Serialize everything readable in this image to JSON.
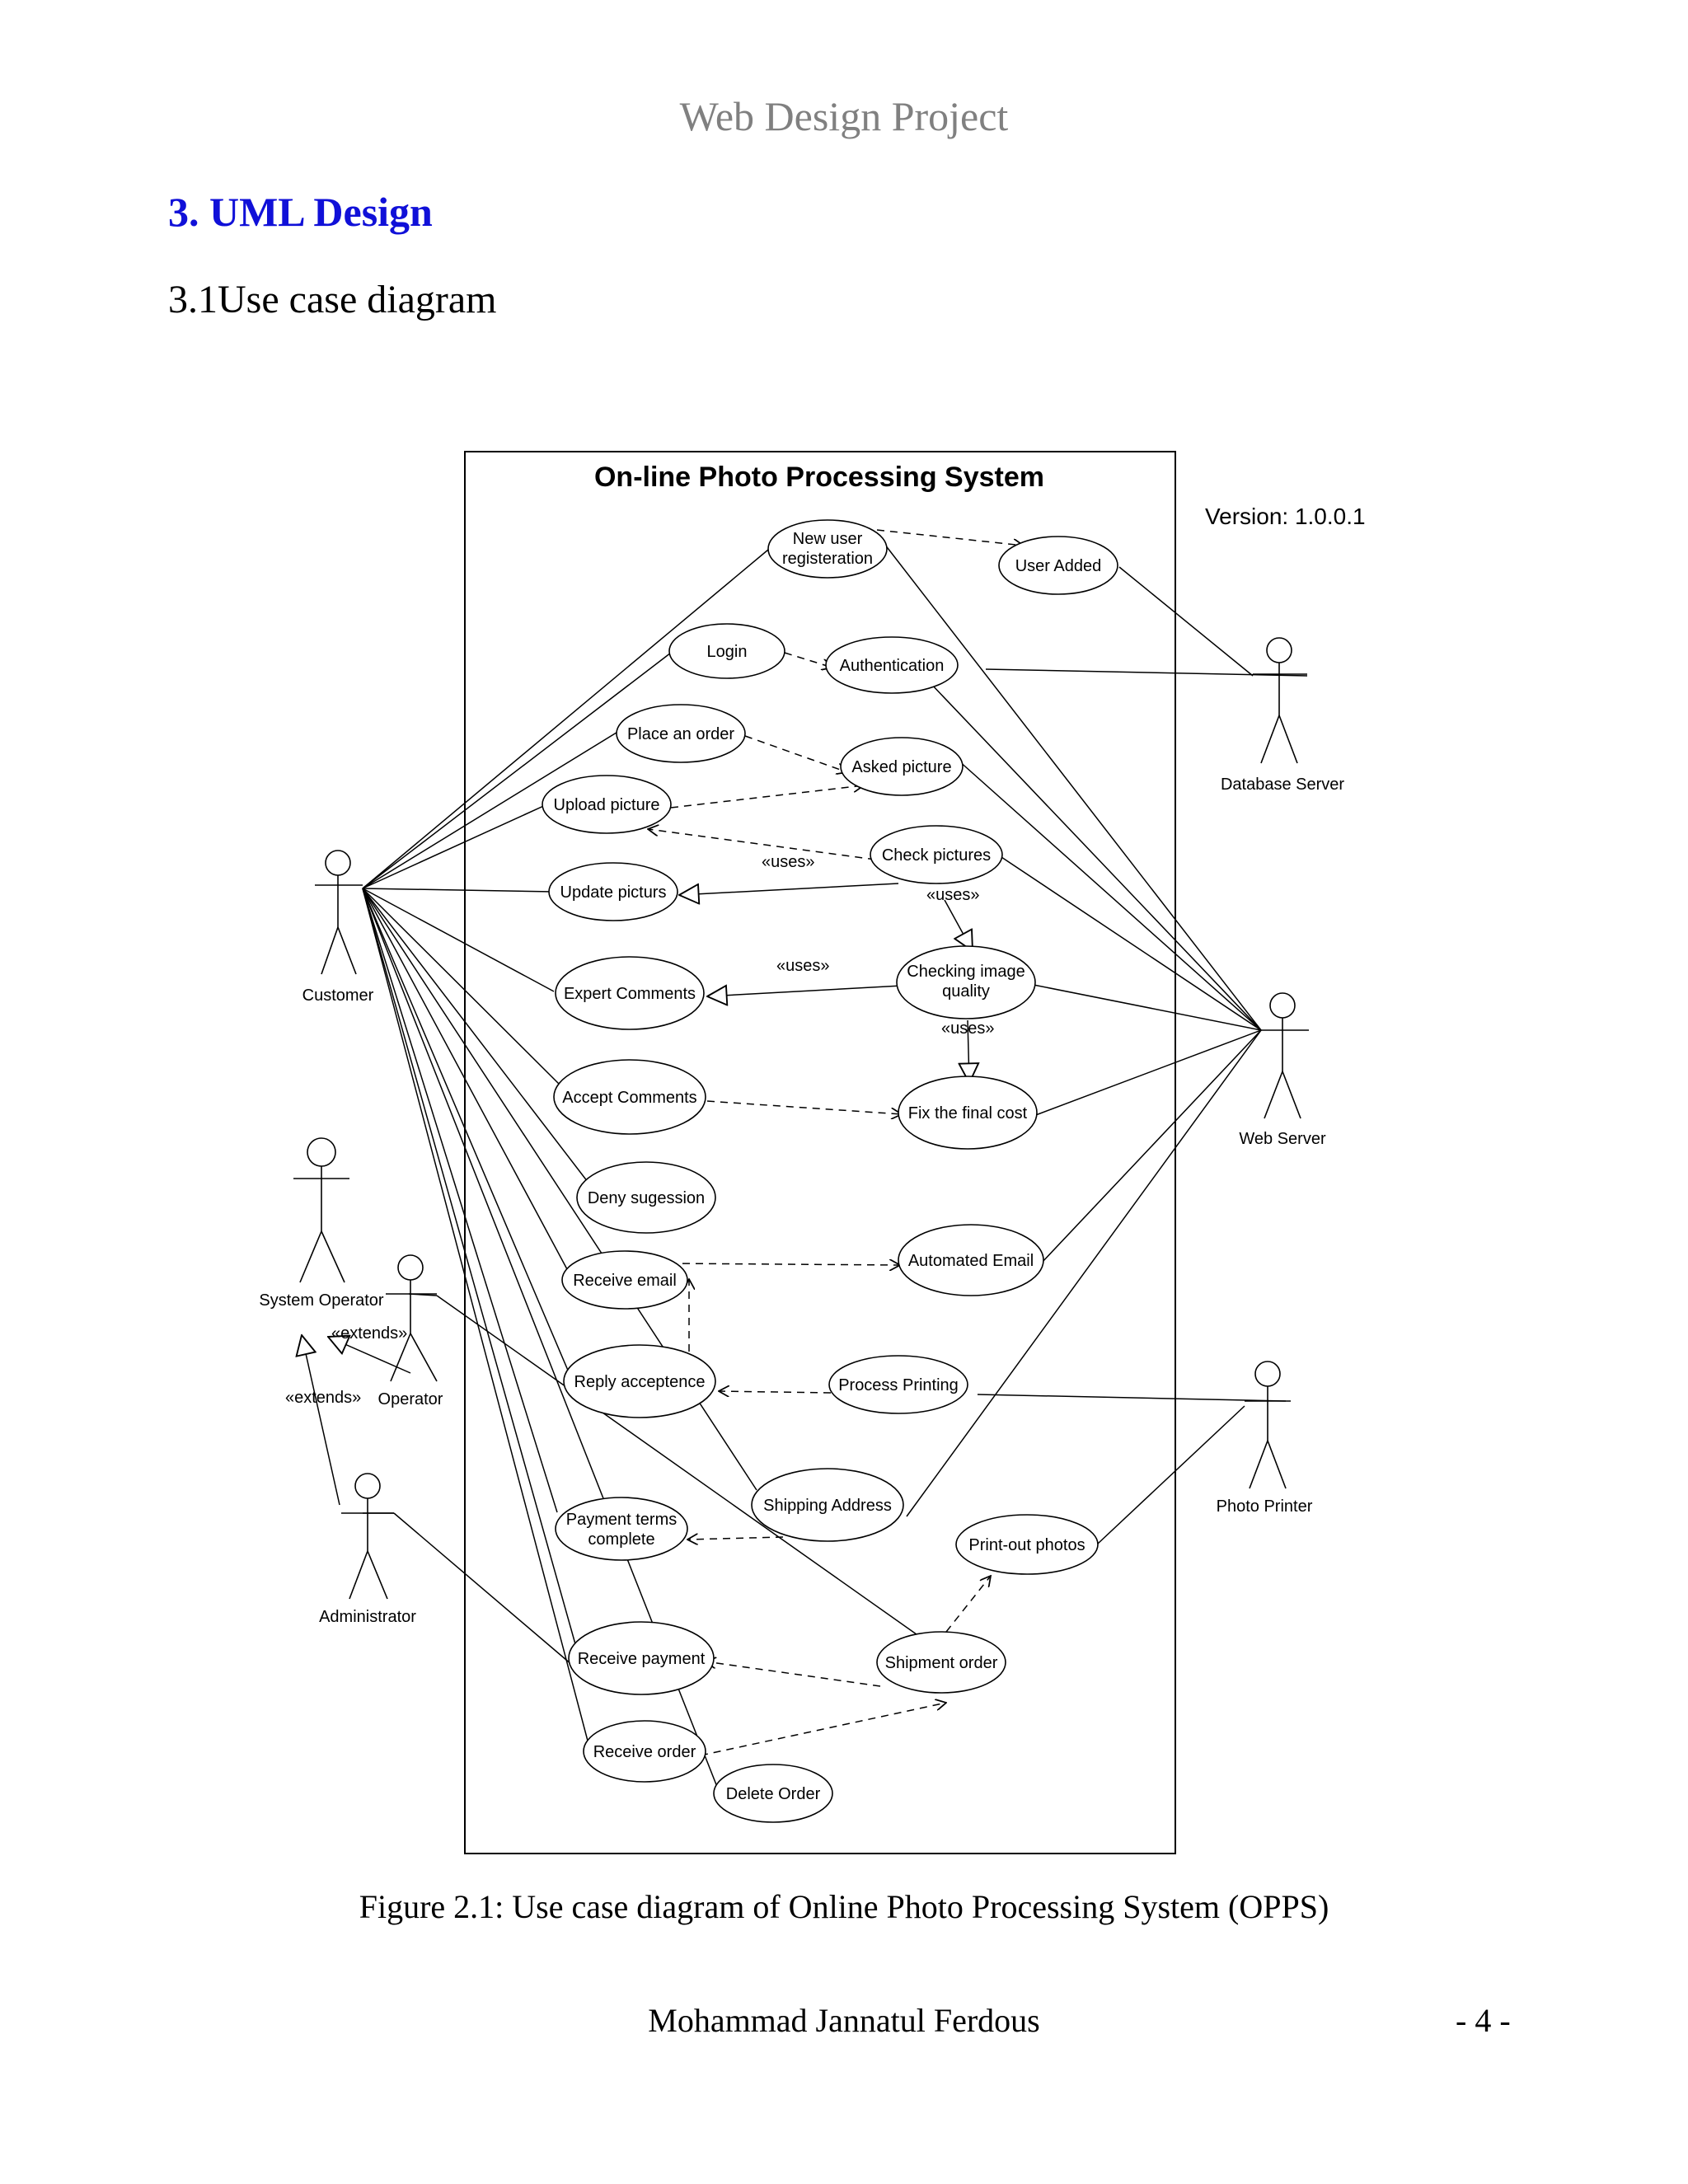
{
  "header": {
    "title": "Web Design Project"
  },
  "section": {
    "heading": "3. UML Design",
    "subheading": "3.1Use case diagram"
  },
  "diagram": {
    "system_title": "On-line Photo Processing System",
    "version": "Version: 1.0.0.1",
    "actors": {
      "customer": "Customer",
      "database_server": "Database Server",
      "web_server": "Web Server",
      "photo_printer": "Photo Printer",
      "system_operator": "System Operator",
      "operator": "Operator",
      "administrator": "Administrator"
    },
    "use_cases": {
      "new_user_1": "New user",
      "new_user_2": "registeration",
      "user_added": "User Added",
      "login": "Login",
      "authentication": "Authentication",
      "place_order": "Place an order",
      "asked_picture": "Asked picture",
      "upload_picture": "Upload picture",
      "check_pictures": "Check pictures",
      "update_picturs": "Update picturs",
      "expert_comments": "Expert Comments",
      "checking_quality_1": "Checking image",
      "checking_quality_2": "quality",
      "accept_comments": "Accept Comments",
      "fix_final_cost": "Fix the final cost",
      "deny_sugession": "Deny sugession",
      "receive_email": "Receive email",
      "automated_email": "Automated Email",
      "reply_acceptence": "Reply acceptence",
      "process_printing": "Process Printing",
      "shipping_address": "Shipping Address",
      "payment_terms_1": "Payment terms",
      "payment_terms_2": "complete",
      "printout_photos": "Print-out photos",
      "receive_payment": "Receive payment",
      "shipment_order": "Shipment order",
      "receive_order": "Receive order",
      "delete_order": "Delete Order"
    },
    "stereotypes": {
      "uses": "«uses»",
      "extends": "«extends»"
    }
  },
  "caption": "Figure 2.1: Use case diagram of Online Photo Processing System (OPPS)",
  "footer": {
    "author": "Mohammad Jannatul Ferdous",
    "page": "- 4 -"
  }
}
